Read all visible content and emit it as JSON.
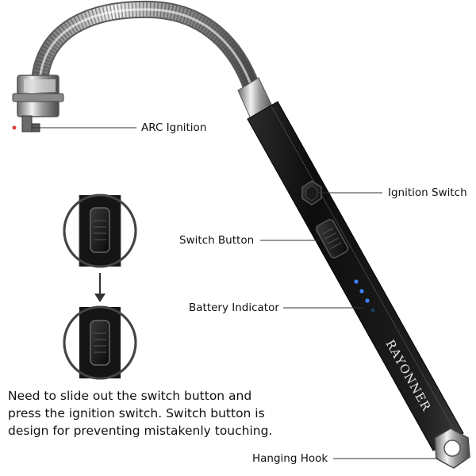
{
  "brand": "RAYONNER",
  "labels": {
    "arc_ignition": "ARC Ignition",
    "ignition_switch": "Ignition Switch",
    "switch_button": "Switch Button",
    "battery_indicator": "Battery Indicator",
    "hanging_hook": "Hanging Hook"
  },
  "instructions": "Need to slide out the switch button and press the ignition switch. Switch button is design for preventing mistakenly touching.",
  "colors": {
    "body": "#151515",
    "metal": "#b8b8b8",
    "led": "#3b82ff",
    "background": "#ffffff"
  }
}
